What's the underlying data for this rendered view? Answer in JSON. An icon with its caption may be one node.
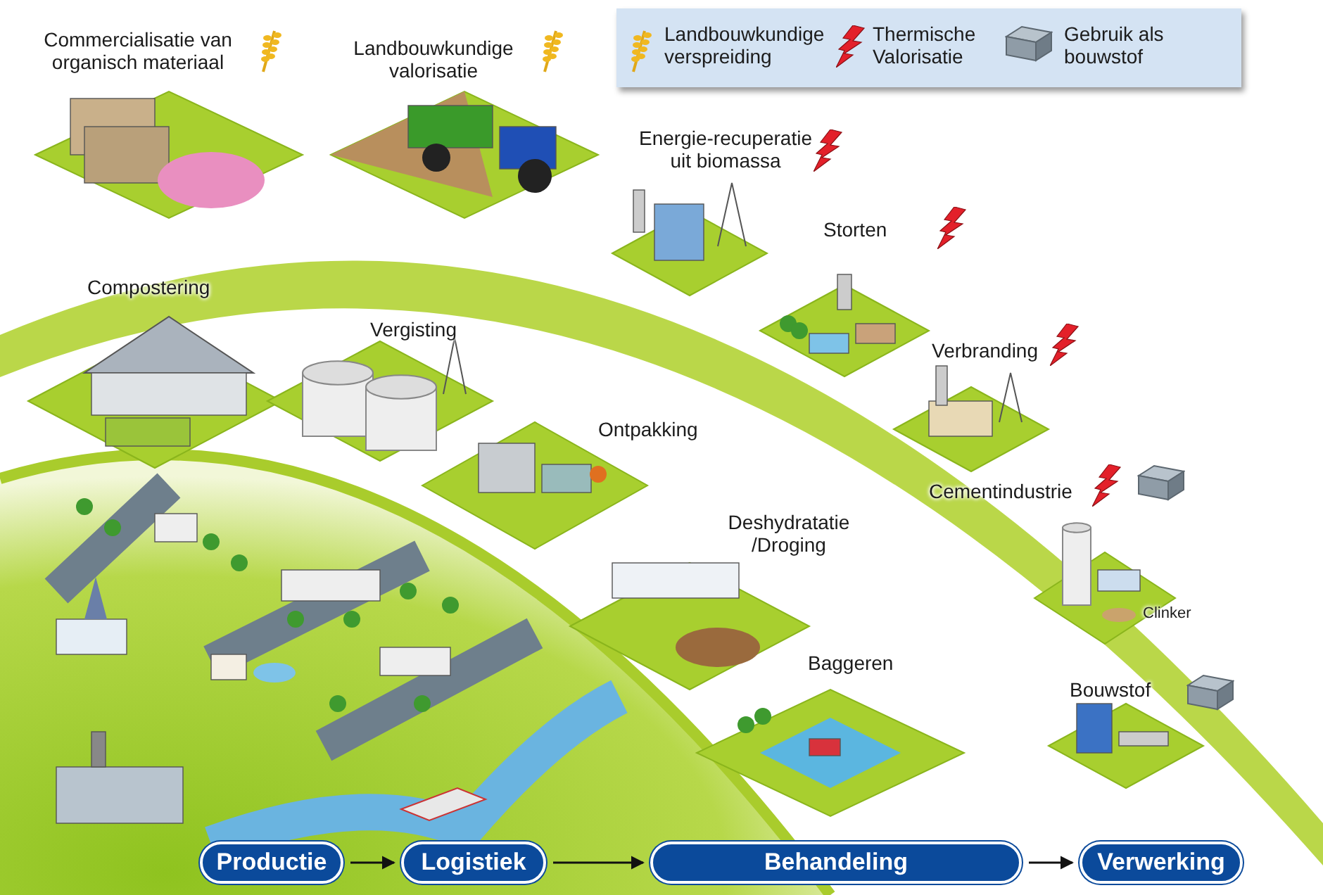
{
  "diagram": {
    "nodes": [
      {
        "text": [
          "Productie"
        ]
      },
      {
        "text": [
          "Logistiek"
        ]
      },
      {
        "text": [
          "Behandeling"
        ]
      },
      {
        "text": [
          "Verwerking"
        ]
      }
    ],
    "edges": [
      {
        "from": 0,
        "to": 1,
        "arrow": "to"
      },
      {
        "from": 1,
        "to": 2,
        "arrow": "to"
      },
      {
        "from": 2,
        "to": 3,
        "arrow": "to"
      }
    ],
    "labels": [
      "Commercialisatie van organisch materiaal",
      "Landbouwkundige valorisatie",
      "Energie-recuperatie uit biomassa",
      "Storten",
      "Compostering",
      "Vergisting",
      "Verbranding",
      "Ontpakking",
      "Cementindustrie",
      "Deshydratatie /Droging",
      "Clinker",
      "Baggeren",
      "Bouwstof"
    ],
    "legend": [
      {
        "text": "Landbouwkundige verspreiding"
      },
      {
        "text": "Thermische Valorisatie"
      },
      {
        "text": "Gebruik als bouwstof"
      }
    ]
  }
}
